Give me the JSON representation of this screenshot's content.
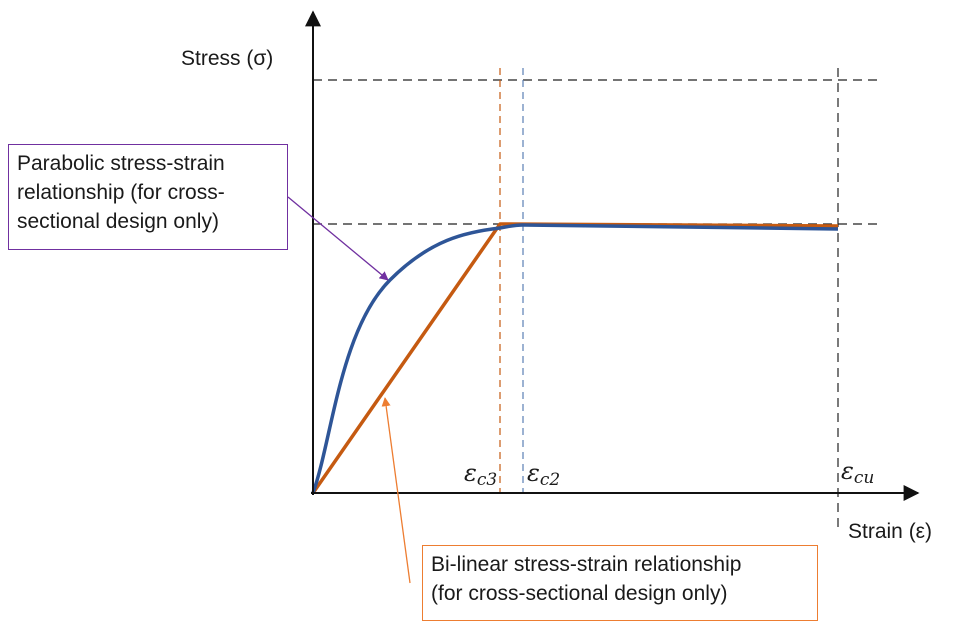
{
  "axes": {
    "y_label": "Stress (σ)",
    "x_label": "Strain (ε)"
  },
  "markers": [
    {
      "name": "marker-ec3",
      "symbol": "ε",
      "subscript": "c3",
      "color": "#c55a11"
    },
    {
      "name": "marker-ec2",
      "symbol": "ε",
      "subscript": "c2",
      "color": "#5b7fb5"
    },
    {
      "name": "marker-ecu",
      "symbol": "ε",
      "subscript": "cu",
      "color": "#222222"
    }
  ],
  "annotations": {
    "parabolic": {
      "lines": [
        "Parabolic stress-strain",
        "relationship (for cross-",
        "sectional design only)"
      ],
      "border_color": "#7030a0"
    },
    "bilinear": {
      "lines": [
        "Bi-linear stress-strain relationship",
        "(for cross-sectional design only)"
      ],
      "border_color": "#ed7d31"
    }
  },
  "colors": {
    "parabolic_curve": "#2e5597",
    "bilinear_curve": "#c55a11",
    "axis": "#111111"
  }
}
